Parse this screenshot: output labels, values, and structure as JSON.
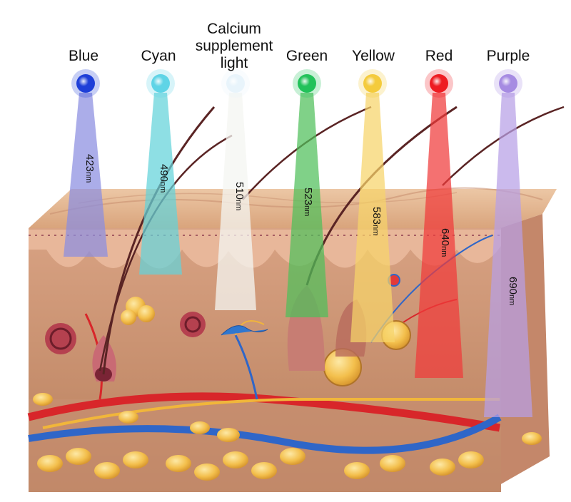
{
  "lights": [
    {
      "name": "Blue",
      "wavelength": "423",
      "unit": "nm",
      "color": "#1e3fd8",
      "beam": "#8a8ee0"
    },
    {
      "name": "Cyan",
      "wavelength": "490",
      "unit": "nm",
      "color": "#5fd4e6",
      "beam": "#63d2d9"
    },
    {
      "name": "Calcium\nsupplement\nlight",
      "wavelength": "510",
      "unit": "nm",
      "color": "#e8f4fb",
      "beam": "#f4f6f2"
    },
    {
      "name": "Green",
      "wavelength": "523",
      "unit": "nm",
      "color": "#22c25a",
      "beam": "#4fbf5a"
    },
    {
      "name": "Yellow",
      "wavelength": "583",
      "unit": "nm",
      "color": "#f4cb3c",
      "beam": "#f6d46a"
    },
    {
      "name": "Red",
      "wavelength": "640",
      "unit": "nm",
      "color": "#ee1c22",
      "beam": "#f03a3a"
    },
    {
      "name": "Purple",
      "wavelength": "690",
      "unit": "nm",
      "color": "#a68be2",
      "beam": "#b79fe6"
    }
  ]
}
